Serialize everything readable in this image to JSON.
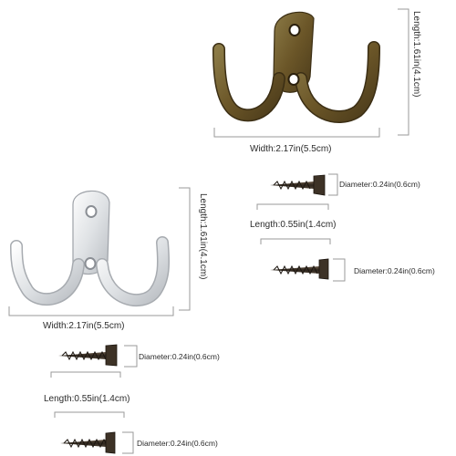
{
  "bronze_set": {
    "hook_length": "Length:1.61in(4.1cm)",
    "hook_width": "Width:2.17in(5.5cm)",
    "screw_top_diameter": "Diameter:0.24in(0.6cm)",
    "screw_length": "Length:0.55in(1.4cm)",
    "screw_bottom_diameter": "Diameter:0.24in(0.6cm)",
    "hook_color": "#6f5b2e"
  },
  "silver_set": {
    "hook_length": "Length:1.61in(4.1cm)",
    "hook_width": "Width:2.17in(5.5cm)",
    "screw_top_diameter": "Diameter:0.24in(0.6cm)",
    "screw_length": "Length:0.55in(1.4cm)",
    "screw_bottom_diameter": "Diameter:0.24in(0.6cm)",
    "hook_color": "#e6e8ea"
  },
  "screw_color": "#3a3128",
  "line_color": "#9a9a9a"
}
